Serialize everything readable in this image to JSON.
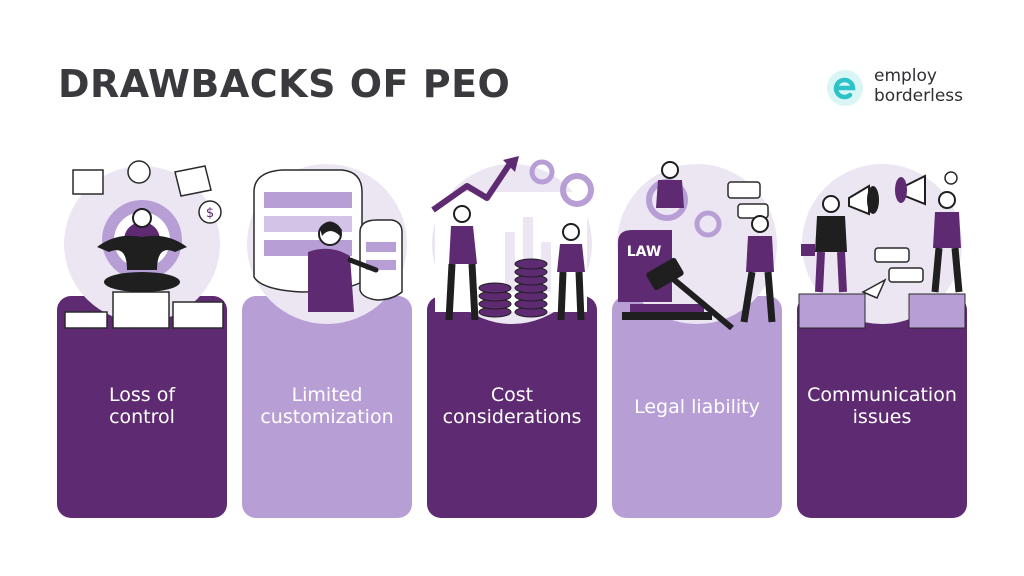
{
  "title": "DRAWBACKS OF PEO",
  "logo": {
    "line1": "employ",
    "line2": "borderless",
    "mark_icon": "e-letter-logo-icon",
    "accent": "#2bc3c8"
  },
  "colors": {
    "dark_card": "#5e2a72",
    "light_card": "#b79fd6",
    "title": "#3a3a3e"
  },
  "cards": [
    {
      "label_line1": "Loss of",
      "label_line2": "control",
      "icon": "meditating-person-illustration",
      "style": "dark"
    },
    {
      "label_line1": "Limited",
      "label_line2": "customization",
      "icon": "person-with-screens-illustration",
      "style": "light"
    },
    {
      "label_line1": "Cost",
      "label_line2": "considerations",
      "icon": "coins-growth-chart-illustration",
      "style": "dark"
    },
    {
      "label_line1": "Legal liability",
      "label_line2": "",
      "icon": "law-gavel-illustration",
      "style": "light"
    },
    {
      "label_line1": "Communication",
      "label_line2": "issues",
      "icon": "megaphone-people-illustration",
      "style": "dark"
    }
  ]
}
